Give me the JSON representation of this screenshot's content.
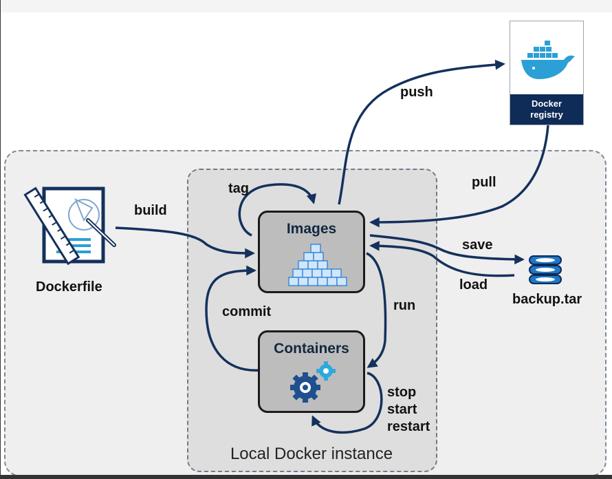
{
  "zone": {
    "label": "Local Docker instance"
  },
  "boxes": {
    "images": "Images",
    "containers": "Containers"
  },
  "registry": {
    "label_line1": "Docker",
    "label_line2": "registry"
  },
  "nodes": {
    "dockerfile": "Dockerfile",
    "backup": "backup.tar"
  },
  "edges": {
    "build": "build",
    "tag": "tag",
    "push": "push",
    "pull": "pull",
    "save": "save",
    "load": "load",
    "run": "run",
    "commit": "commit",
    "lifecycle": [
      "stop",
      "start",
      "restart"
    ]
  },
  "colors": {
    "arrow": "#14315c",
    "registry_band": "#0f2b57",
    "accent_blue": "#2b9fd6"
  }
}
